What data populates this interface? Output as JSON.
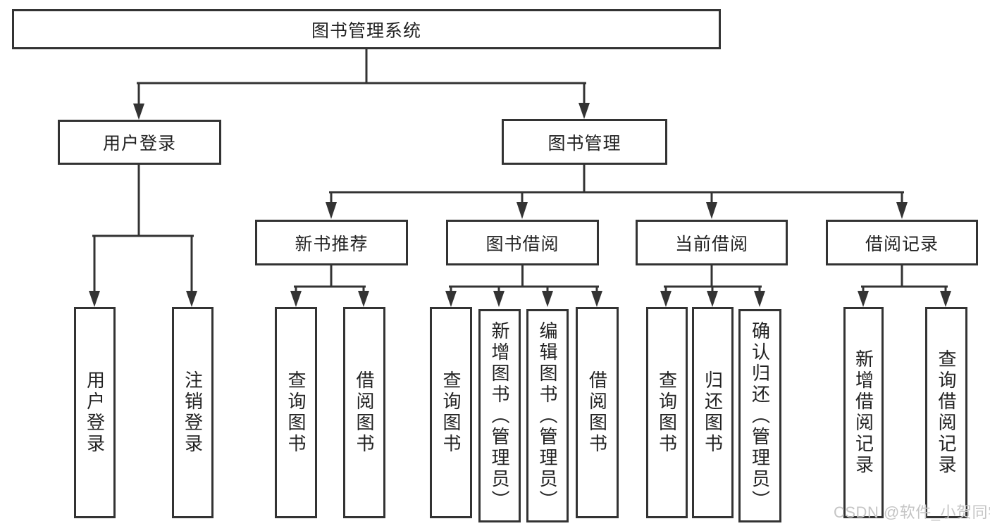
{
  "diagram_title": "图书管理系统",
  "tree": {
    "label": "图书管理系统",
    "children": [
      {
        "label": "用户登录",
        "children": [
          {
            "label": "用户登录"
          },
          {
            "label": "注销登录"
          }
        ]
      },
      {
        "label": "图书管理",
        "children": [
          {
            "label": "新书推荐",
            "children": [
              {
                "label": "查询图书"
              },
              {
                "label": "借阅图书"
              }
            ]
          },
          {
            "label": "图书借阅",
            "children": [
              {
                "label": "查询图书"
              },
              {
                "label": "新增图书（管理员）"
              },
              {
                "label": "编辑图书（管理员）"
              },
              {
                "label": "借阅图书"
              }
            ]
          },
          {
            "label": "当前借阅",
            "children": [
              {
                "label": "查询图书"
              },
              {
                "label": "归还图书"
              },
              {
                "label": "确认归还（管理员）"
              }
            ]
          },
          {
            "label": "借阅记录",
            "children": [
              {
                "label": "新增借阅记录"
              },
              {
                "label": "查询借阅记录"
              }
            ]
          }
        ]
      }
    ]
  },
  "watermark": "CSDN @软件_小贺同学",
  "colors": {
    "line": "#333333",
    "box_border": "#333333",
    "text": "#222222",
    "watermark": "#c5c5c5",
    "background": "#ffffff"
  }
}
